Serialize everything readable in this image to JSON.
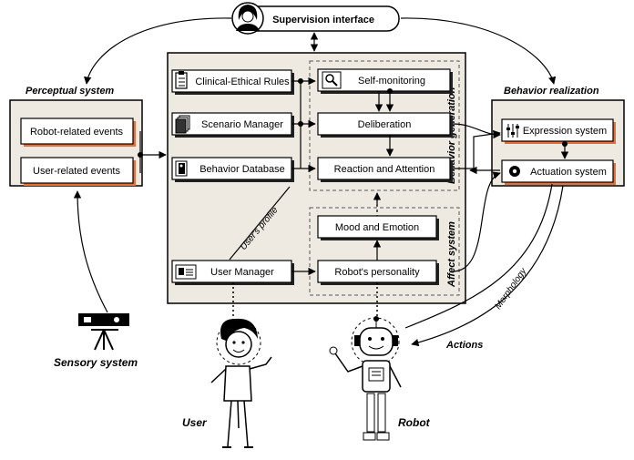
{
  "supervision_interface": "Supervision interface",
  "perceptual_system": {
    "title": "Perceptual system",
    "items": [
      "Robot-related events",
      "User-related events"
    ]
  },
  "modules": {
    "clinical_rules": "Clinical-Ethical Rules",
    "scenario_manager": "Scenario Manager",
    "behavior_database": "Behavior Database",
    "user_manager": "User Manager"
  },
  "behavior_generation": {
    "title": "Behavior generation",
    "items": [
      "Self-monitoring",
      "Deliberation",
      "Reaction and Attention"
    ]
  },
  "affect_system": {
    "title": "Affect system",
    "items": [
      "Mood and Emotion",
      "Robot's personality"
    ]
  },
  "behavior_realization": {
    "title": "Behavior realization",
    "items": [
      "Expression system",
      "Actuation system"
    ]
  },
  "labels": {
    "users_profile": "User's profile",
    "morphology": "Morphology",
    "actions": "Actions",
    "sensory_system": "Sensory system",
    "user": "User",
    "robot": "Robot"
  }
}
